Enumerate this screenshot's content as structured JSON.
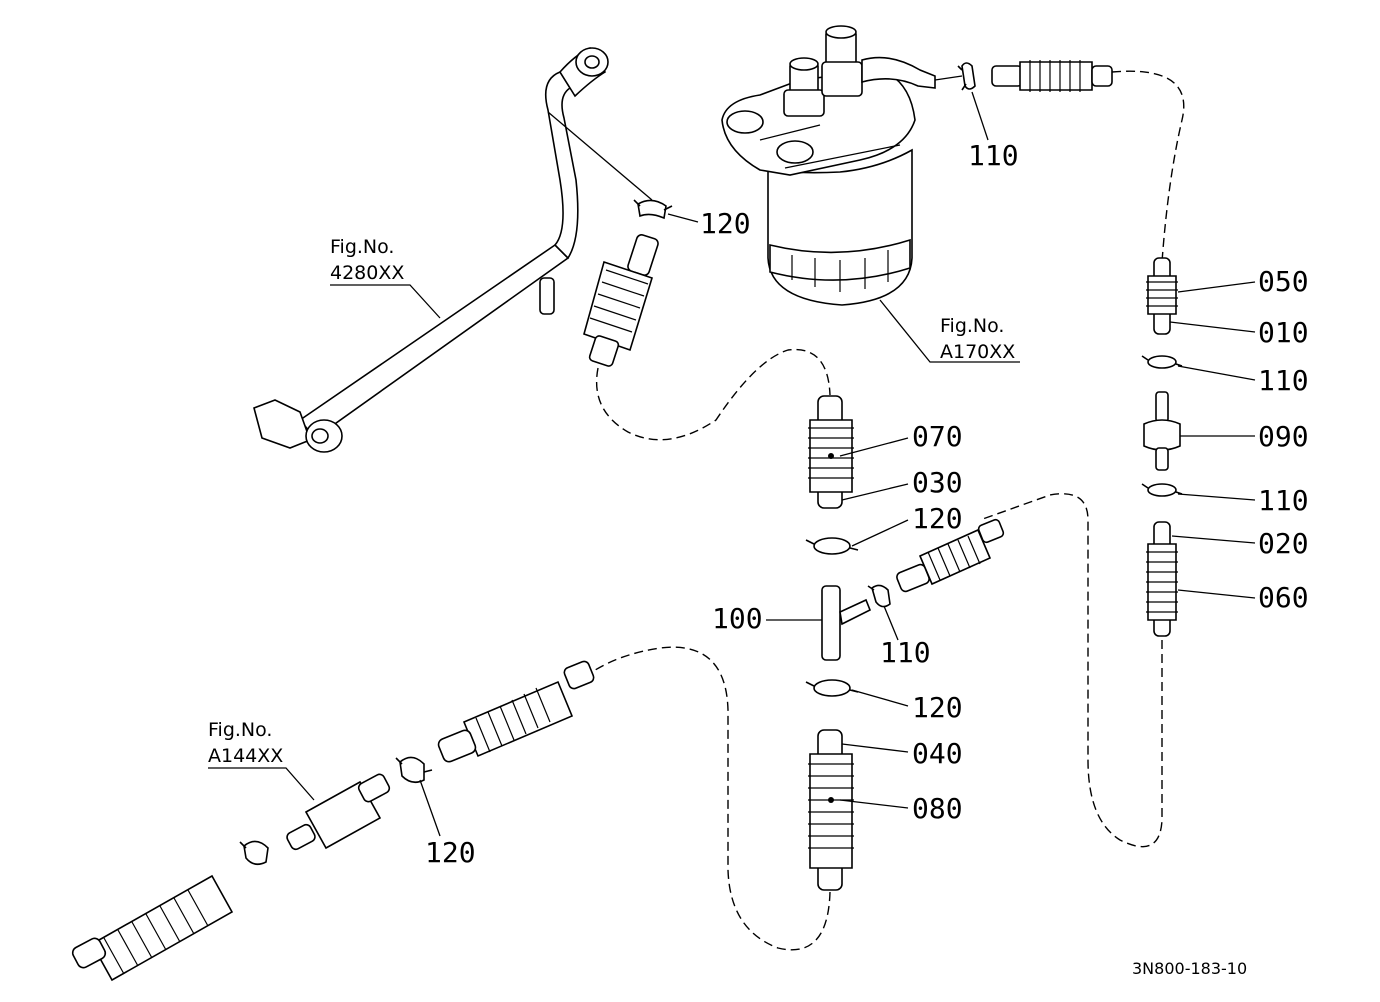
{
  "diagram": {
    "caption": "3N800-183-10",
    "part_labels": {
      "p110_top": "110",
      "p120_top": "120",
      "p050": "050",
      "p010": "010",
      "p110_r1": "110",
      "p090": "090",
      "p110_r2": "110",
      "p020": "020",
      "p060": "060",
      "p070": "070",
      "p030": "030",
      "p120_mid": "120",
      "p100": "100",
      "p110_mid": "110",
      "p120_low": "120",
      "p040": "040",
      "p080": "080",
      "p120_left": "120"
    },
    "fig_refs": {
      "f4280": {
        "line1": "Fig.No.",
        "line2": "4280XX"
      },
      "fA170": {
        "line1": "Fig.No.",
        "line2": "A170XX"
      },
      "fA144": {
        "line1": "Fig.No.",
        "line2": "A144XX"
      }
    }
  }
}
